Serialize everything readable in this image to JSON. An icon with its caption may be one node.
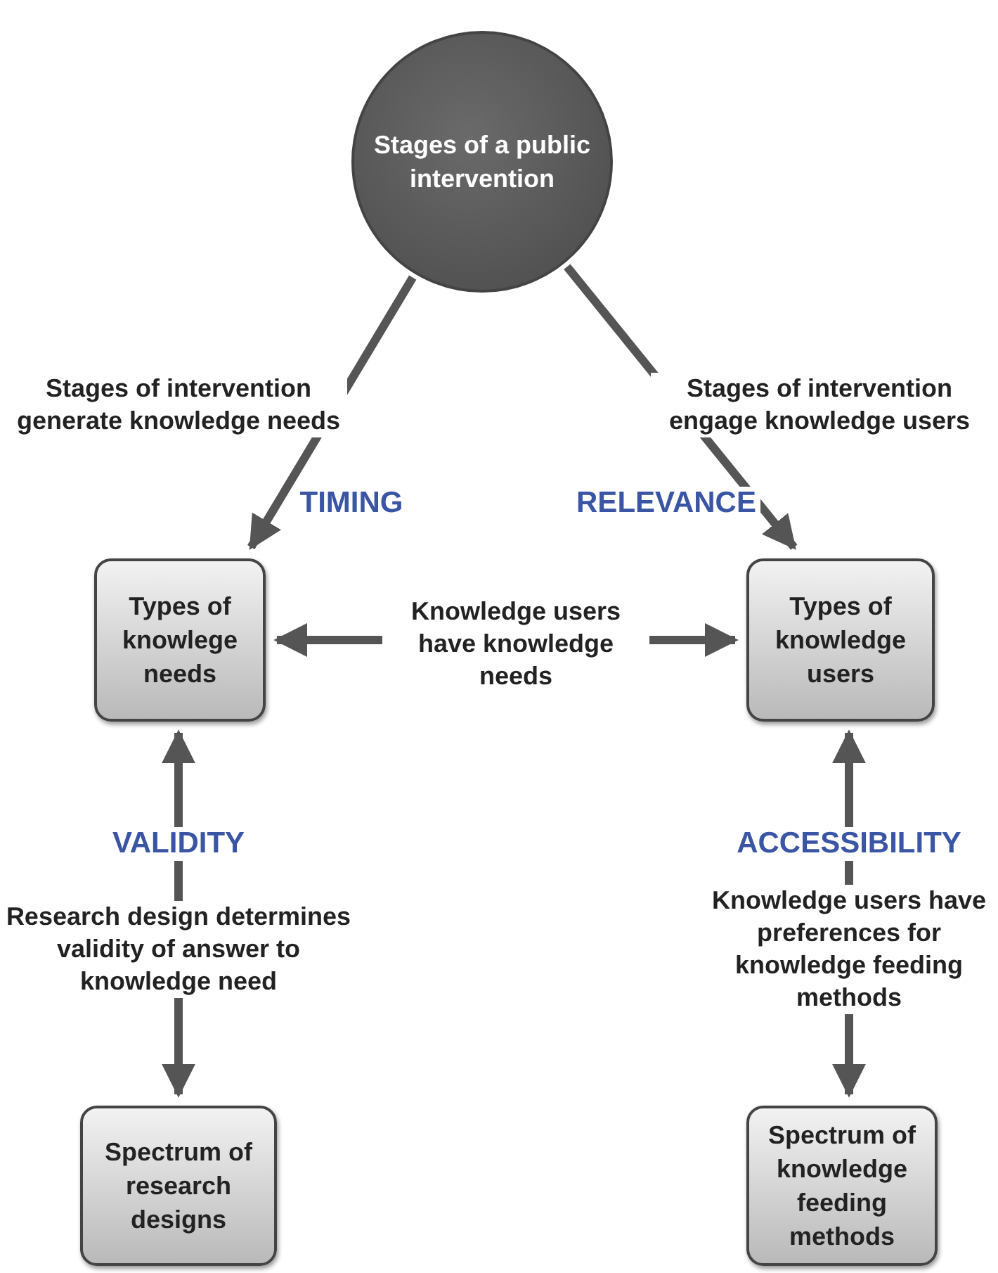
{
  "diagram": {
    "nodes": [
      {
        "text": [
          "Stages of a public intervention"
        ]
      },
      {
        "text": [
          "Types of knowlege needs"
        ]
      },
      {
        "text": [
          "Types of knowledge users"
        ]
      },
      {
        "text": [
          "Spectrum of research designs"
        ]
      },
      {
        "text": [
          "Spectrum of knowledge feeding methods"
        ]
      }
    ],
    "edges": [
      {
        "from": 0,
        "to": 1,
        "arrow": "to",
        "label": "Stages of intervention generate knowledge needs"
      },
      {
        "from": 0,
        "to": 2,
        "arrow": "to",
        "label": "Stages of intervention engage knowledge users"
      },
      {
        "from": 1,
        "to": 2,
        "arrow": "both",
        "label": "Knowledge users have knowledge needs"
      },
      {
        "from": 1,
        "to": 3,
        "arrow": "both",
        "label": "Research design determines validity of answer to knowledge need"
      },
      {
        "from": 2,
        "to": 4,
        "arrow": "both",
        "label": "Knowledge users have preferences for knowledge feeding methods"
      }
    ],
    "labels": [
      "TIMING",
      "RELEVANCE",
      "VALIDITY",
      "ACCESSIBILITY"
    ]
  }
}
